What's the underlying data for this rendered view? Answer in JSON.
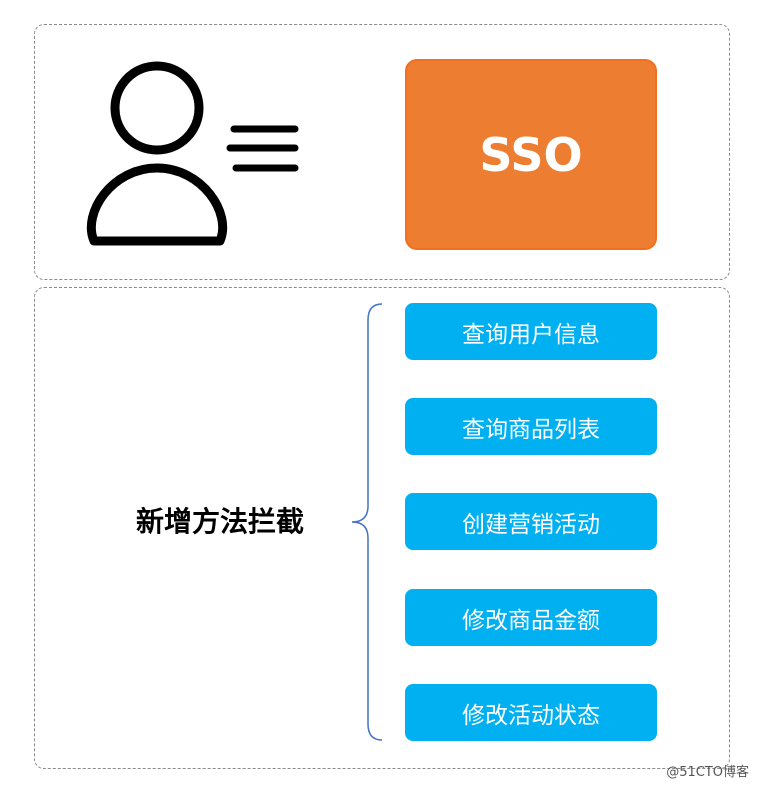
{
  "top_panel": {
    "user_icon": "user-with-lines-icon",
    "sso_label": "SSO",
    "sso_color": "#ED7D31"
  },
  "bottom_panel": {
    "main_label": "新增方法拦截",
    "methods": [
      "查询用户信息",
      "查询商品列表",
      "创建营销活动",
      "修改商品金额",
      "修改活动状态"
    ],
    "method_color": "#00B0F0",
    "brace_color": "#4472C4"
  },
  "watermark": "@51CTO博客"
}
